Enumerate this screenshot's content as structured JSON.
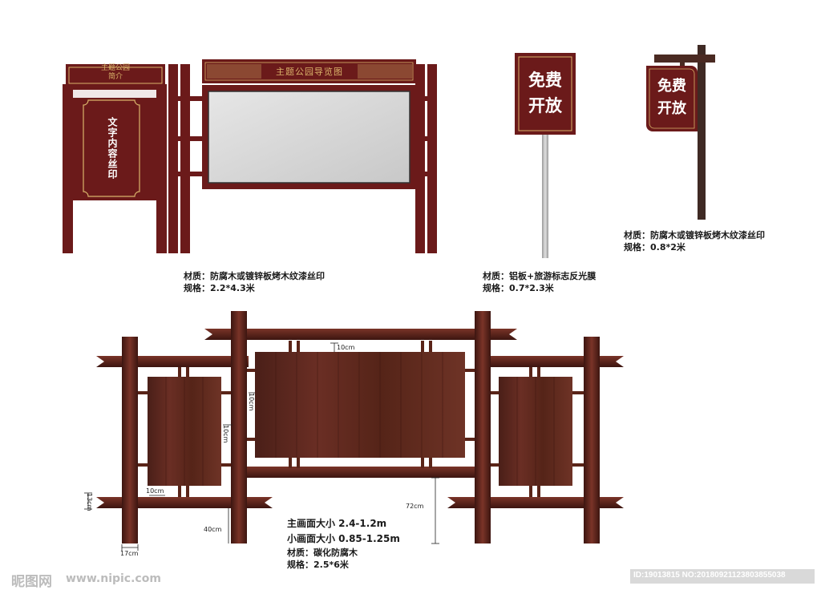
{
  "colors": {
    "frame": "#6b1a1a",
    "frame_dark": "#4a0f0f",
    "gold": "#d9b36a",
    "wood": "#5a2a22",
    "panel_glass": "#d8d8d8",
    "pole": "#bcbcbc"
  },
  "sign_intro": {
    "header_line1": "主题公园",
    "header_line2": "简介",
    "body": "文字内容丝印"
  },
  "sign_guide": {
    "header": "主题公园导览图"
  },
  "sign_free_pole": {
    "line1": "免费",
    "line2": "开放"
  },
  "sign_free_hanging": {
    "line1": "免费",
    "line2": "开放"
  },
  "spec_guide": {
    "material": "材质：防腐木或镀锌板烤木纹漆丝印",
    "size": "规格：2.2*4.3米"
  },
  "spec_pole": {
    "material": "材质：铝板+旅游标志反光膜",
    "size": "规格：0.7*2.3米"
  },
  "spec_hanging": {
    "material": "材质：防腐木或镀锌板烤木纹漆丝印",
    "size": "规格：0.8*2米"
  },
  "wood_board": {
    "dims": {
      "top_gap": "10cm",
      "main_side": "10cm",
      "small_side": "10cm",
      "bottom_small": "10cm",
      "crossbar": "13cm",
      "ground": "40cm",
      "post": "17cm",
      "height": "72cm"
    },
    "spec_main": "主画面大小 2.4-1.2m",
    "spec_small": "小画面大小 0.85-1.25m",
    "material": "材质：碳化防腐木",
    "size": "规格：2.5*6米"
  },
  "watermark": {
    "logo": "昵图网",
    "url": "www.nipic.com",
    "id": "ID:19013815 NO:20180921123803855038"
  }
}
